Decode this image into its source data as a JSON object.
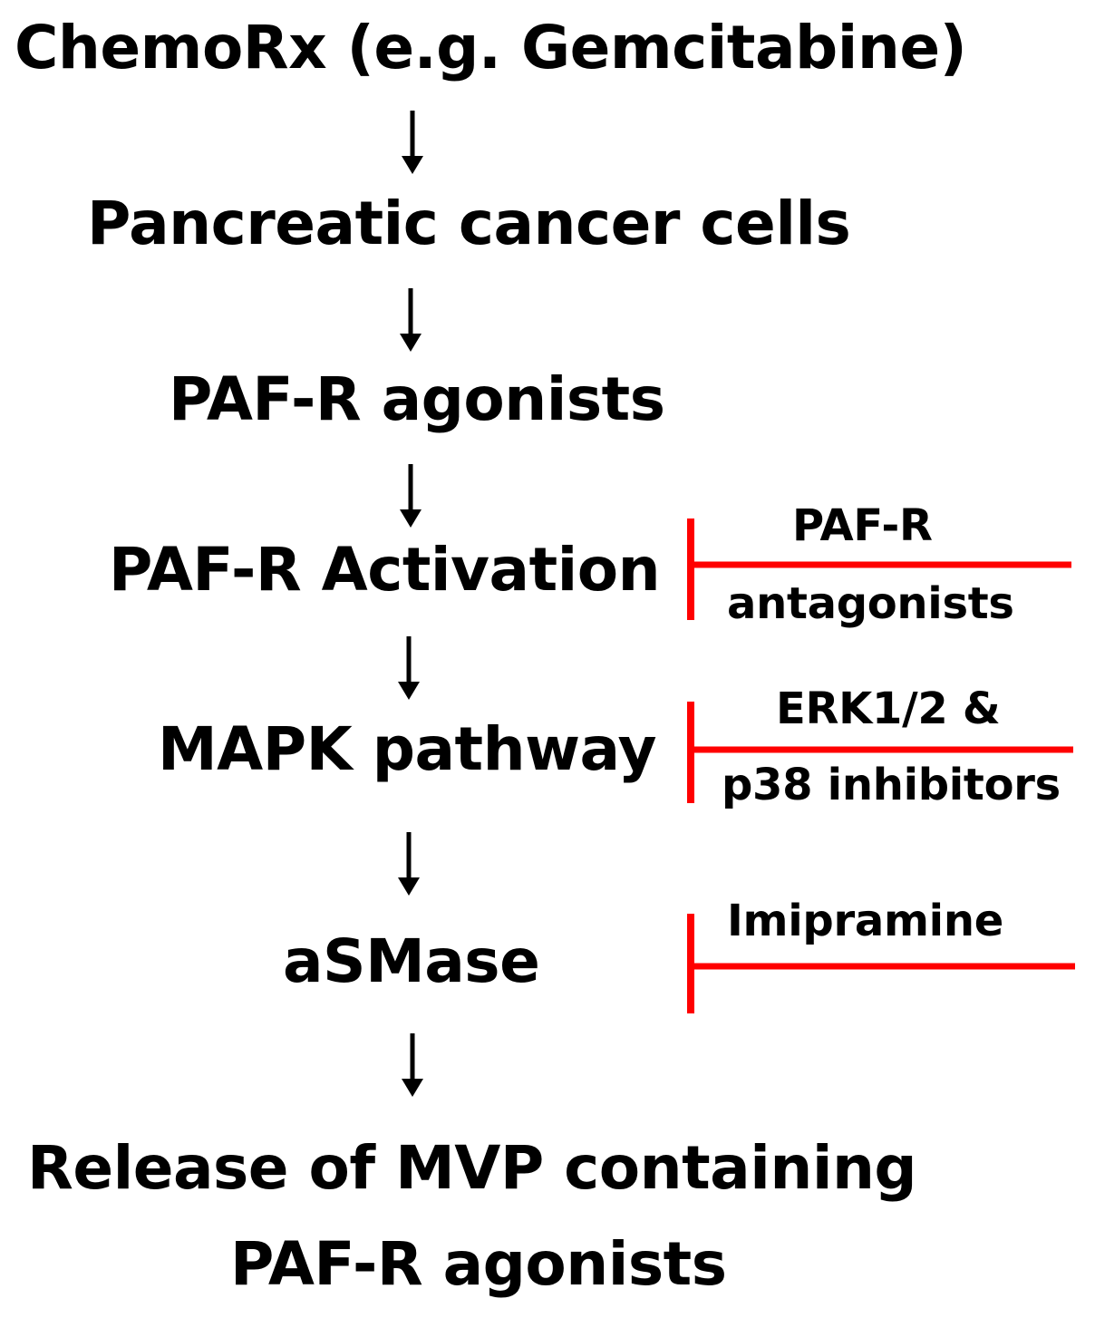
{
  "flow": {
    "steps": [
      "ChemoRx (e.g. Gemcitabine)",
      "Pancreatic cancer cells",
      "PAF-R agonists",
      "PAF-R Activation",
      "MAPK pathway",
      "aSMase",
      "Release of MVP containing",
      "PAF-R agonists"
    ]
  },
  "inhibitors": [
    {
      "line1": "PAF-R",
      "line2": "antagonists"
    },
    {
      "line1": "ERK1/2 &",
      "line2": "p38 inhibitors"
    },
    {
      "line1": "Imipramine",
      "line2": ""
    }
  ],
  "colors": {
    "text": "#000000",
    "arrow": "#000000",
    "inhibitor": "#ff0000",
    "background": "#ffffff"
  }
}
